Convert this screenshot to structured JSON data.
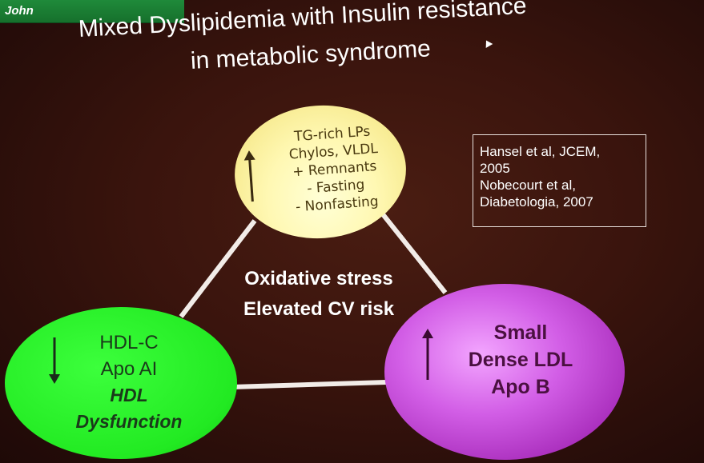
{
  "topbar": {
    "label": "John"
  },
  "title": {
    "line1": "Mixed Dyslipidemia with Insulin resistance",
    "line2": "in metabolic syndrome"
  },
  "tg_rich": {
    "lines": [
      "TG-rich LPs",
      "Chylos, VLDL",
      "+ Remnants",
      "- Fasting",
      "- Nonfasting"
    ],
    "arrow": "up-arrow"
  },
  "hdl": {
    "line1": "HDL-C",
    "line2": "Apo AI",
    "line3": "HDL",
    "line4": "Dysfunction",
    "arrow": "down-arrow"
  },
  "ldl": {
    "line1": "Small",
    "line2": "Dense LDL",
    "line3": "Apo B",
    "arrow": "up-arrow"
  },
  "center": {
    "line1": "Oxidative stress",
    "line2": "Elevated CV risk"
  },
  "references": {
    "line1": "Hansel et al, JCEM,",
    "line2": "2005",
    "line3": "Nobecourt et al,",
    "line4": "Diabetologia, 2007"
  }
}
